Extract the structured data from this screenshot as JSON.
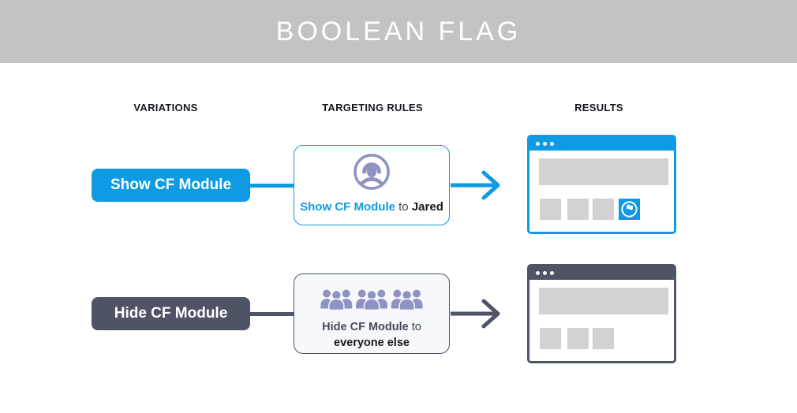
{
  "banner": {
    "title": "BOOLEAN FLAG"
  },
  "columns": {
    "variations": "VARIATIONS",
    "targeting_rules": "TARGETING RULES",
    "results": "RESULTS"
  },
  "colors": {
    "accent_blue": "#0f9be4",
    "dark_slate": "#4e5366",
    "icon_purple": "#8e93c4",
    "placeholder_gray": "#d2d2d2",
    "banner_gray": "#c3c3c3"
  },
  "rows": [
    {
      "variation": "Show CF Module",
      "rule": {
        "icon": "single-user-icon",
        "flag": "Show CF Module",
        "connector": "to",
        "audience": "Jared"
      },
      "result": {
        "browser_chrome": "blue",
        "module_visible": true
      }
    },
    {
      "variation": "Hide CF Module",
      "rule": {
        "icon": "crowd-icon",
        "flag": "Hide CF Module",
        "connector": "to",
        "audience": "everyone else"
      },
      "result": {
        "browser_chrome": "dark",
        "module_visible": false
      }
    }
  ]
}
